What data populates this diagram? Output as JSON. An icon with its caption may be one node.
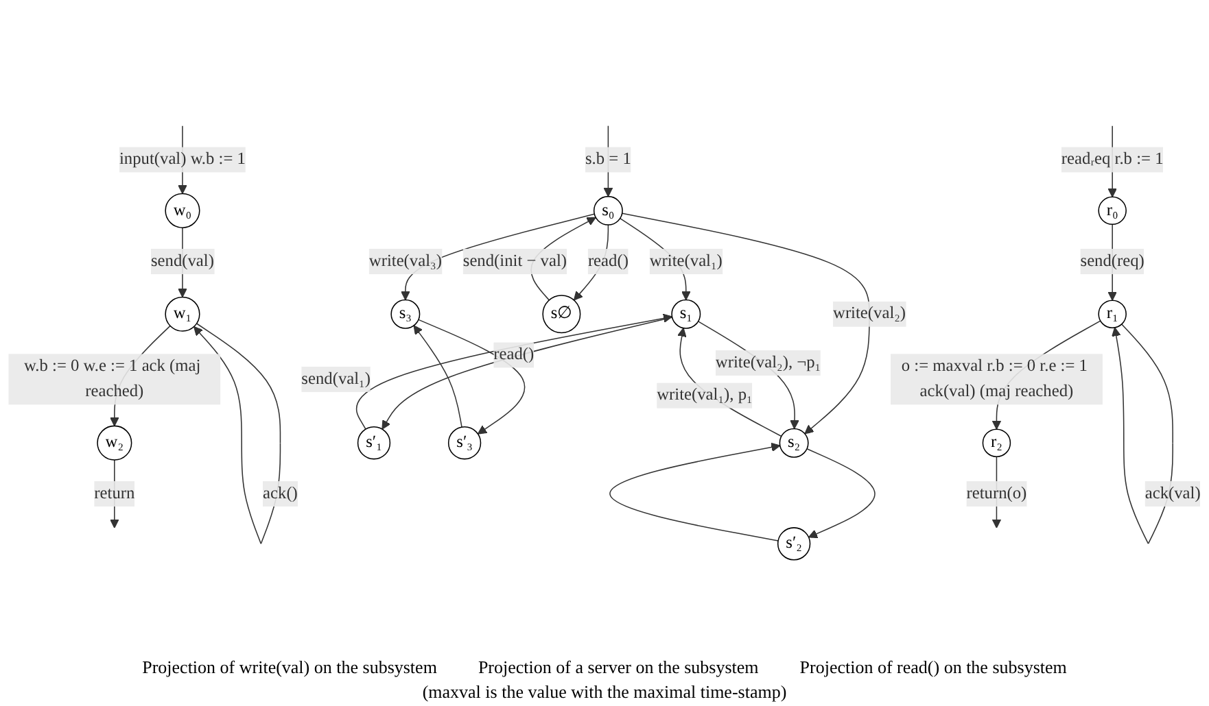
{
  "diagram": {
    "nodes": [
      {
        "text": [
          "w₀"
        ]
      },
      {
        "text": [
          "w₁"
        ]
      },
      {
        "text": [
          "w₂"
        ]
      },
      {
        "text": [
          "r₀"
        ]
      },
      {
        "text": [
          "r₁"
        ]
      },
      {
        "text": [
          "r₂"
        ]
      },
      {
        "text": [
          "s₀"
        ]
      },
      {
        "text": [
          "s∅"
        ]
      },
      {
        "text": [
          "s₁"
        ]
      },
      {
        "text": [
          "s₂"
        ]
      },
      {
        "text": [
          "s₃"
        ]
      },
      {
        "text": [
          "s′₁"
        ]
      },
      {
        "text": [
          "s′₂"
        ]
      },
      {
        "text": [
          "s′₃"
        ]
      }
    ],
    "edges": [
      {
        "from": null,
        "to": 0,
        "arrow": "to",
        "label": "input(val) w.b := 1"
      },
      {
        "from": 0,
        "to": 1,
        "arrow": "to",
        "label": "send(val)"
      },
      {
        "from": 1,
        "to": 1,
        "arrow": "to",
        "label": "ack()"
      },
      {
        "from": 1,
        "to": 2,
        "arrow": "to",
        "label": "w.b := 0 w.e := 1 ack (maj reached)"
      },
      {
        "from": 2,
        "to": null,
        "arrow": "to",
        "label": "return"
      },
      {
        "from": null,
        "to": 3,
        "arrow": "to",
        "label": "readᵣeq r.b := 1"
      },
      {
        "from": 3,
        "to": 4,
        "arrow": "to",
        "label": "send(req)"
      },
      {
        "from": 4,
        "to": 4,
        "arrow": "to",
        "label": "ack(val)"
      },
      {
        "from": 4,
        "to": 5,
        "arrow": "to",
        "label": "o := maxval r.b := 0 r.e := 1 ack(val) (maj reached)"
      },
      {
        "from": 5,
        "to": null,
        "arrow": "to",
        "label": "return(o)"
      },
      {
        "from": null,
        "to": 6,
        "arrow": "to",
        "label": "s.b = 1"
      },
      {
        "from": 7,
        "to": 6,
        "arrow": "to",
        "label": "send(init − val)"
      },
      {
        "from": 6,
        "to": 7,
        "arrow": "to",
        "label": "read()"
      },
      {
        "from": 6,
        "to": 8,
        "arrow": "to",
        "label": "write(val₁)"
      },
      {
        "from": 6,
        "to": 9,
        "arrow": "to",
        "label": "write(val₂)"
      },
      {
        "from": 6,
        "to": 10,
        "arrow": "to",
        "label": "write(val₃)"
      },
      {
        "from": 8,
        "to": 9,
        "arrow": "to",
        "label": "write(val₂), ¬p₁"
      },
      {
        "from": 9,
        "to": 8,
        "arrow": "to",
        "label": "write(val₁), p₁"
      },
      {
        "from": 8,
        "to": 11,
        "arrow": "to",
        "label": "read()"
      },
      {
        "from": 11,
        "to": 8,
        "arrow": "to",
        "label": "send(val₁)"
      },
      {
        "from": 9,
        "to": 12,
        "arrow": "to"
      },
      {
        "from": 12,
        "to": 9,
        "arrow": "to"
      },
      {
        "from": 10,
        "to": 13,
        "arrow": "to"
      },
      {
        "from": 13,
        "to": 10,
        "arrow": "to"
      }
    ],
    "labels": [
      "Projection of write(val) on the subsystem",
      "Projection of a server on the subsystem",
      "Projection of read() on the subsystem",
      "(maxval is the value with the maximal time-stamp)"
    ]
  }
}
